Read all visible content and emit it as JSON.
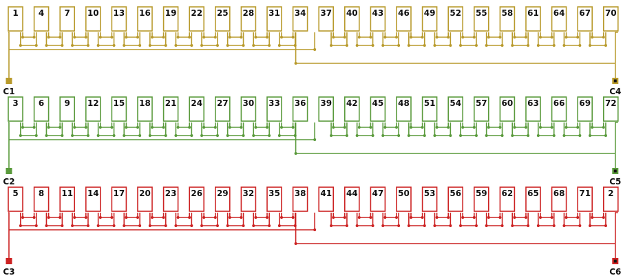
{
  "phases": [
    {
      "color": "#b89a2c",
      "slots": [
        "1",
        "4",
        "7",
        "10",
        "13",
        "16",
        "19",
        "22",
        "25",
        "28",
        "31",
        "34",
        "37",
        "40",
        "43",
        "46",
        "49",
        "52",
        "55",
        "58",
        "61",
        "64",
        "67",
        "70"
      ],
      "start_terminal": "C1",
      "end_terminal": "C4"
    },
    {
      "color": "#5a9a3c",
      "slots": [
        "3",
        "6",
        "9",
        "12",
        "15",
        "18",
        "21",
        "24",
        "27",
        "30",
        "33",
        "36",
        "39",
        "42",
        "45",
        "48",
        "51",
        "54",
        "57",
        "60",
        "63",
        "66",
        "69",
        "72"
      ],
      "start_terminal": "C2",
      "end_terminal": "C5"
    },
    {
      "color": "#cc2222",
      "slots": [
        "5",
        "8",
        "11",
        "14",
        "17",
        "20",
        "23",
        "26",
        "29",
        "32",
        "35",
        "38",
        "41",
        "44",
        "47",
        "50",
        "53",
        "56",
        "59",
        "62",
        "65",
        "68",
        "71",
        "2"
      ],
      "start_terminal": "C3",
      "end_terminal": "C6"
    }
  ]
}
